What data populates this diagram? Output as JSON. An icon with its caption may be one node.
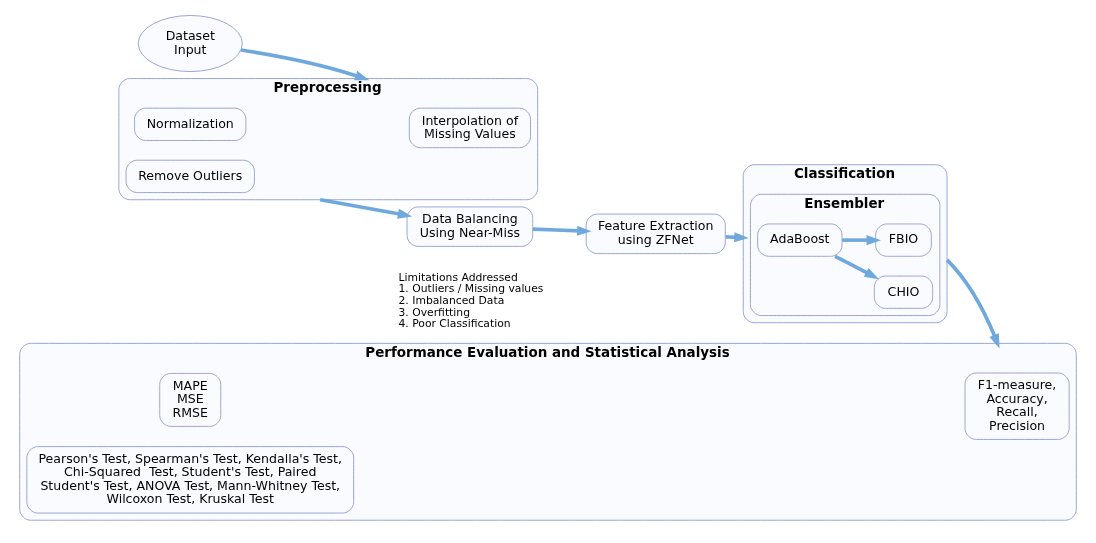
{
  "diagram": {
    "nodes": [
      {
        "text": [
          "Dataset Input"
        ]
      },
      {
        "text": [
          "Preprocessing"
        ]
      },
      {
        "text": [
          "Interpolation of Missing Values"
        ],
        "in": 1
      },
      {
        "text": [
          "Normalization"
        ],
        "in": 1
      },
      {
        "text": [
          "Remove Outliers"
        ],
        "in": 1
      },
      {
        "text": [
          "Data Balancing Using Near-Miss"
        ],
        "beside": [
          "Limitations Addressed",
          "1. Outliers / Missing values",
          "2. Imbalanced Data",
          "3. Overfitting",
          "4. Poor Classification"
        ]
      },
      {
        "text": [
          "Feature Extraction using ZFNet"
        ]
      },
      {
        "text": [
          "Classification"
        ]
      },
      {
        "text": [
          "Ensembler"
        ],
        "in": 7
      },
      {
        "text": [
          "AdaBoost"
        ],
        "in": 8
      },
      {
        "text": [
          "CHIO"
        ],
        "in": 8
      },
      {
        "text": [
          "FBIO"
        ],
        "in": 8
      },
      {
        "text": [
          "Performance Evaluation and Statistical Analysis"
        ]
      },
      {
        "text": [
          "F1-measure, Accuracy, Recall, Precision"
        ],
        "in": 12
      },
      {
        "text": [
          "MAPE MSE RMSE"
        ],
        "in": 12
      },
      {
        "text": [
          "Pearson's Test, Spearman's Test, Kendalla's Test, Chi-Squared  Test, Student's Test, Paired Student's Test, ANOVA Test, Mann-Whitney Test, Wilcoxon Test, Kruskal Test"
        ],
        "in": 12
      }
    ],
    "edges": [
      {
        "from": 0,
        "to": 1,
        "arrow": "to"
      },
      {
        "from": 1,
        "to": 5,
        "arrow": "to"
      },
      {
        "from": 5,
        "to": 6,
        "arrow": "to"
      },
      {
        "from": 6,
        "to": 7,
        "arrow": "to"
      },
      {
        "from": 9,
        "to": 10,
        "arrow": "to"
      },
      {
        "from": 9,
        "to": 11,
        "arrow": "to"
      },
      {
        "from": 7,
        "to": 12,
        "arrow": "to"
      }
    ]
  }
}
